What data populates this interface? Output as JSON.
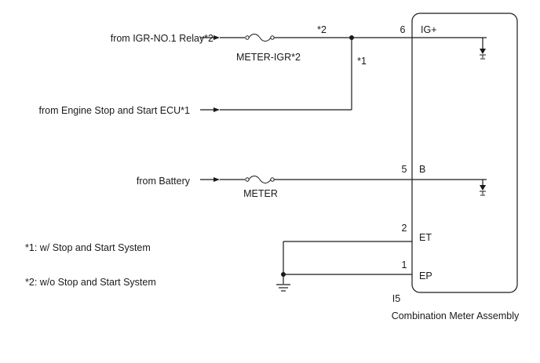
{
  "inputs": {
    "igr_relay": "from IGR-NO.1 Relay*2",
    "stop_start_ecu": "from Engine Stop and Start ECU*1",
    "battery": "from Battery"
  },
  "fuses": {
    "meter_igr": "METER-IGR*2",
    "meter": "METER"
  },
  "branch_notes": {
    "upper": "*2",
    "lower": "*1"
  },
  "pins": [
    {
      "number": "6",
      "name": "IG+"
    },
    {
      "number": "5",
      "name": "B"
    },
    {
      "number": "2",
      "name": "ET"
    },
    {
      "number": "1",
      "name": "EP"
    }
  ],
  "connector": "I5",
  "component": "Combination Meter Assembly",
  "notes": [
    "*1: w/ Stop and Start System",
    "*2: w/o Stop and Start System"
  ]
}
